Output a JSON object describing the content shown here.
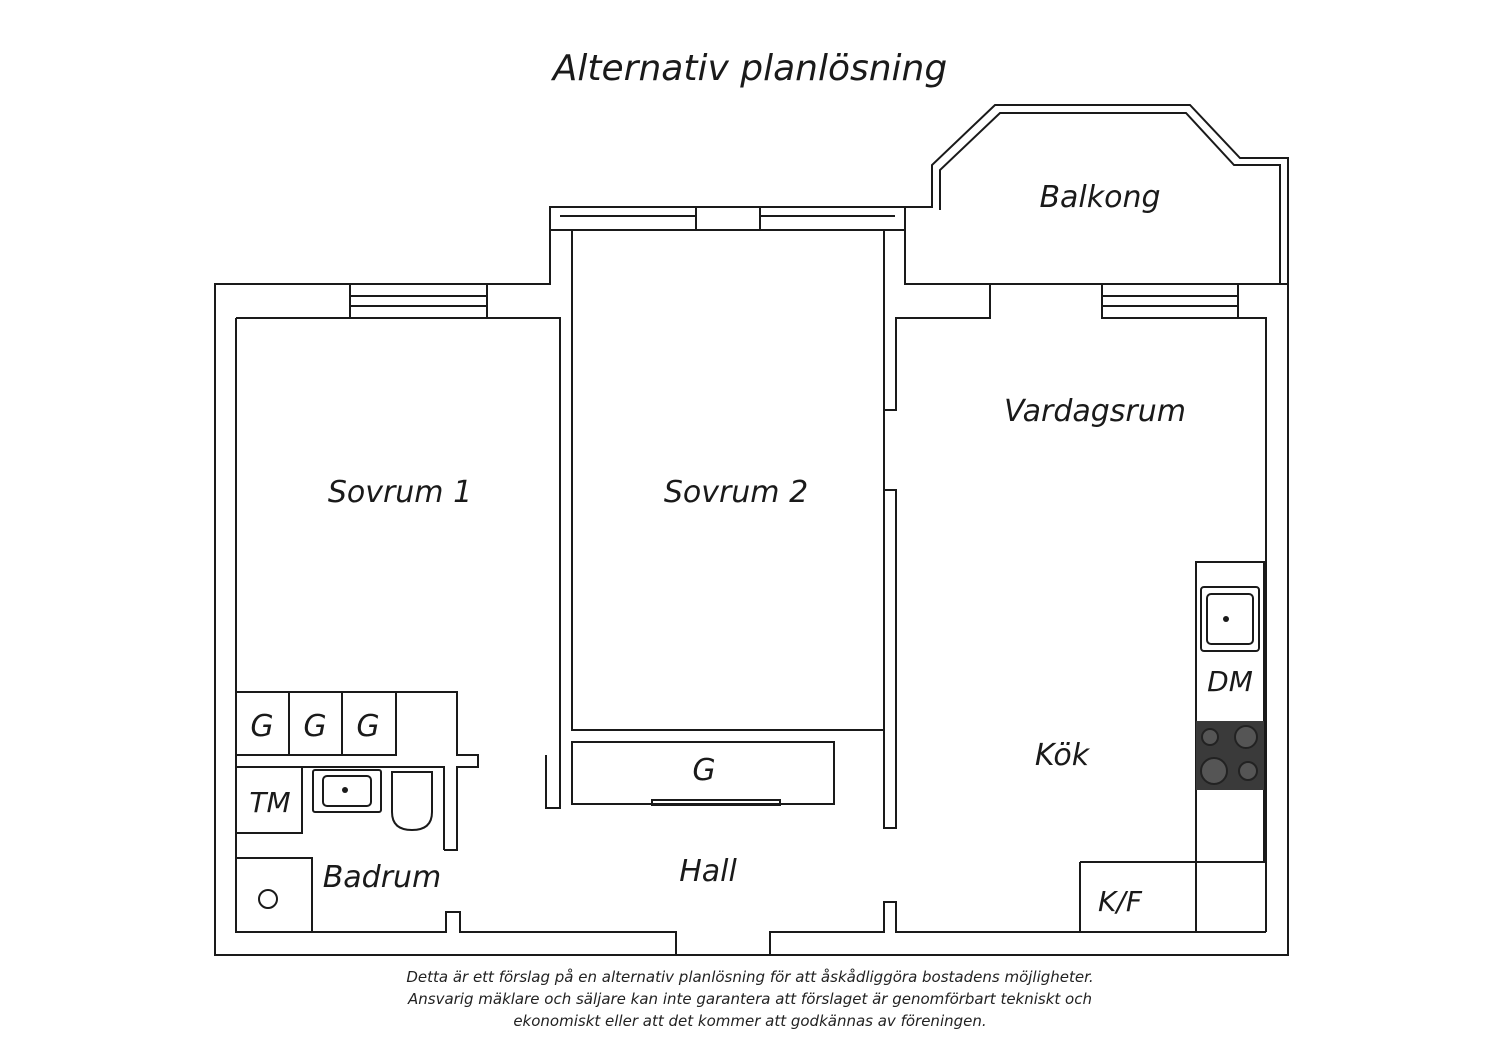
{
  "title": "Alternativ planlösning",
  "rooms": {
    "balkong": "Balkong",
    "sovrum1": "Sovrum 1",
    "sovrum2": "Sovrum 2",
    "vardagsrum": "Vardagsrum",
    "kok": "Kök",
    "hall": "Hall",
    "badrum": "Badrum"
  },
  "fixtures": {
    "wardrobe": "G",
    "washing_machine": "TM",
    "dishwasher": "DM",
    "fridge_freezer": "K/F"
  },
  "disclaimer": {
    "line1": "Detta är ett förslag på en alternativ planlösning för att åskådliggöra bostadens möjligheter.",
    "line2": "Ansvarig mäklare och säljare kan inte garantera att förslaget är genomförbart tekniskt och",
    "line3": "ekonomiskt eller att det kommer att godkännas av föreningen."
  },
  "colors": {
    "wall": "#1a1a1a",
    "stove": "#3a3a3a"
  }
}
